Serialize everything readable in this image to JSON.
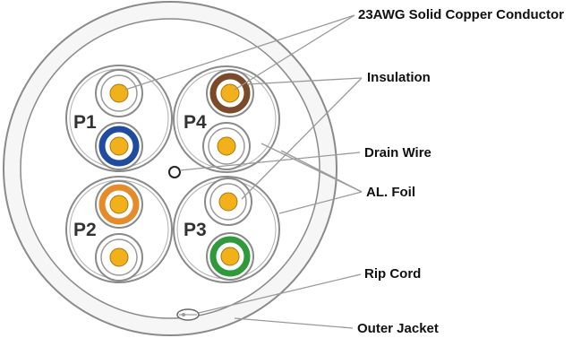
{
  "callouts": {
    "conductor": "23AWG Solid Copper Conductor",
    "insulation": "Insulation",
    "drain_wire": "Drain Wire",
    "foil": "AL. Foil",
    "rip_cord": "Rip Cord",
    "outer_jacket": "Outer Jacket"
  },
  "pairs": [
    {
      "label": "P1",
      "stripe_color": "#1f4c9e"
    },
    {
      "label": "P4",
      "stripe_color": "#7a4a2a"
    },
    {
      "label": "P2",
      "stripe_color": "#e58b2a"
    },
    {
      "label": "P3",
      "stripe_color": "#2e9a3a"
    }
  ],
  "colors": {
    "conductor": "#f2b11a",
    "outline": "#888888",
    "jacket_fill": "#f5f5f5",
    "leader_line": "#9a9a9a"
  }
}
